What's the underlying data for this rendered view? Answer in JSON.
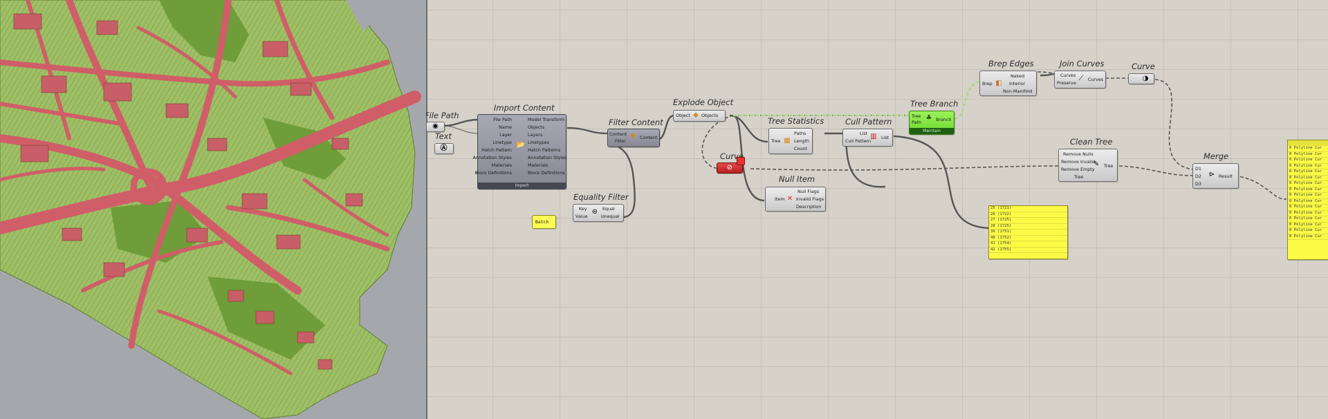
{
  "components": {
    "file_path": {
      "title": "File Path"
    },
    "text": {
      "title": "Text"
    },
    "import_content": {
      "title": "Import Content",
      "inputs": [
        "File Path",
        "Name",
        "Layer",
        "Linetype",
        "Hatch Pattern",
        "Annotation Styles",
        "Materials",
        "Block Definitions"
      ],
      "outputs": [
        "Model Transform",
        "Objects",
        "Layers",
        "Linetypes",
        "Hatch Patterns",
        "Annotation Styles",
        "Materials",
        "Block Definitions"
      ],
      "footer": "Import"
    },
    "filter_content": {
      "title": "Filter Content",
      "inputs": [
        "Content",
        "Filter"
      ],
      "outputs": [
        "Content"
      ]
    },
    "explode_object": {
      "title": "Explode Object",
      "inputs": [
        "Object"
      ],
      "outputs": [
        "Objects"
      ]
    },
    "batch_panel": {
      "label": "Batch"
    },
    "equality_filter": {
      "title": "Equality Filter",
      "inputs": [
        "Key",
        "Value"
      ],
      "outputs": [
        "Equal",
        "Unequal"
      ]
    },
    "curve_red": {
      "title": "Curve"
    },
    "tree_statistics": {
      "title": "Tree Statistics",
      "inputs": [
        "Tree"
      ],
      "outputs": [
        "Paths",
        "Length",
        "Count"
      ]
    },
    "null_item": {
      "title": "Null Item",
      "inputs": [
        "Item"
      ],
      "outputs": [
        "Null Flags",
        "Invalid Flags",
        "Description"
      ]
    },
    "cull_pattern": {
      "title": "Cull Pattern",
      "inputs": [
        "List",
        "Cull Pattern"
      ],
      "outputs": [
        "List"
      ]
    },
    "tree_branch": {
      "title": "Tree Branch",
      "inputs": [
        "Tree",
        "Path"
      ],
      "outputs": [
        "Branch"
      ],
      "footer": "Maintain"
    },
    "brep_edges": {
      "title": "Brep Edges",
      "inputs": [
        "Brep"
      ],
      "outputs": [
        "Naked",
        "Interior",
        "Non-Manifold"
      ]
    },
    "join_curves": {
      "title": "Join Curves",
      "inputs": [
        "Curves",
        "Preserve"
      ],
      "outputs": [
        "Curves"
      ]
    },
    "curve": {
      "title": "Curve"
    },
    "clean_tree": {
      "title": "Clean Tree",
      "inputs": [
        "Remove Nulls",
        "Remove Invalid",
        "Remove Empty",
        "Tree"
      ],
      "outputs": [
        "Tree"
      ]
    },
    "merge": {
      "title": "Merge",
      "inputs": [
        "D1",
        "D2",
        "D3"
      ],
      "outputs": [
        "Result"
      ]
    }
  },
  "number_panel": {
    "lines": [
      "25 (1721)",
      "26 (1722)",
      "27 (1725)",
      "28 (1725)",
      "39 (1751)",
      "40 (1752)",
      "41 (1754)",
      "42 (1755)"
    ]
  },
  "result_panel": {
    "lines": [
      "0 Polyline Cur",
      "0 Polyline Cur",
      "0 Polyline Cur",
      "0 Polyline Cur",
      "0 Polyline Cur",
      "0 Polyline Cur",
      "0 Polyline Cur",
      "0 Polyline Cur",
      "0 Polyline Cur",
      "0 Polyline Cur",
      "0 Polyline Cur",
      "0 Polyline Cur",
      "0 Polyline Cur",
      "0 Polyline Cur",
      "0 Polyline Cur",
      "0 Polyline Cur"
    ]
  },
  "colors": {
    "canvas": "#d6d2c9",
    "viewport": "#a4a7ab",
    "road": "#d0646c",
    "land": "#a6c76d",
    "wire": "#555555",
    "selected_wire": "#a7d97a"
  }
}
